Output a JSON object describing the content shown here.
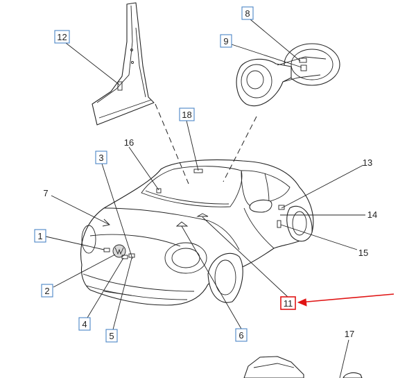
{
  "diagram": {
    "highlight_color": "#e01414",
    "callout_color": "#4a86c5",
    "callouts": [
      {
        "id": "1",
        "label": "1",
        "boxed": true
      },
      {
        "id": "2",
        "label": "2",
        "boxed": true
      },
      {
        "id": "3",
        "label": "3",
        "boxed": true
      },
      {
        "id": "4",
        "label": "4",
        "boxed": true
      },
      {
        "id": "5",
        "label": "5",
        "boxed": true
      },
      {
        "id": "6",
        "label": "6",
        "boxed": true
      },
      {
        "id": "7",
        "label": "7",
        "boxed": false
      },
      {
        "id": "8",
        "label": "8",
        "boxed": true
      },
      {
        "id": "9",
        "label": "9",
        "boxed": true
      },
      {
        "id": "11",
        "label": "11",
        "boxed": true,
        "highlighted": true
      },
      {
        "id": "12",
        "label": "12",
        "boxed": true
      },
      {
        "id": "13",
        "label": "13",
        "boxed": false
      },
      {
        "id": "14",
        "label": "14",
        "boxed": false
      },
      {
        "id": "15",
        "label": "15",
        "boxed": false
      },
      {
        "id": "16",
        "label": "16",
        "boxed": false
      },
      {
        "id": "17",
        "label": "17",
        "boxed": false
      },
      {
        "id": "18",
        "label": "18",
        "boxed": true
      }
    ]
  }
}
